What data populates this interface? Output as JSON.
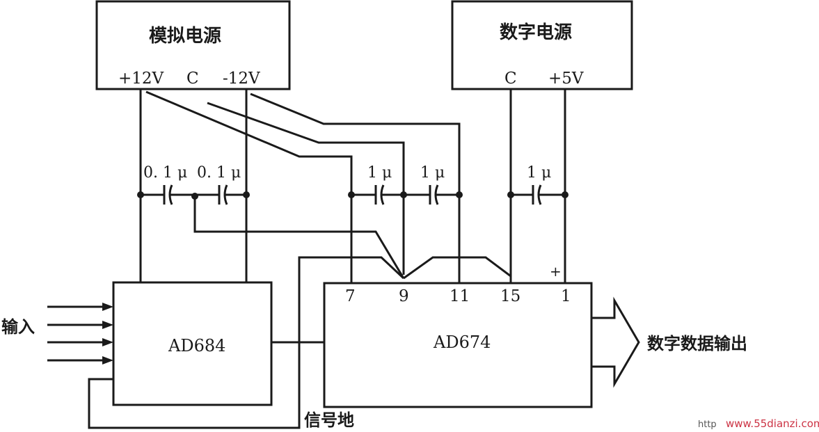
{
  "analog_supply": {
    "title": "模拟电源",
    "pin_pos": "+12V",
    "pin_com": "C",
    "pin_neg": "-12V"
  },
  "digital_supply": {
    "title": "数字电源",
    "pin_com": "C",
    "pin_pos": "+5V"
  },
  "capacitors": {
    "analog_left": "0. 1 μ",
    "analog_right": "0. 1 μ",
    "mid_left": "1 μ",
    "mid_right": "1 μ",
    "digital": "1 μ"
  },
  "ad684": {
    "label": "AD684"
  },
  "ad674": {
    "label": "AD674",
    "pins": [
      "7",
      "9",
      "11",
      "15",
      "1"
    ],
    "plus_mark": "+"
  },
  "input_label": "输入",
  "output_label": "数字数据输出",
  "ground_label": "信号地",
  "watermark": {
    "prefix": "http",
    "site": "www.55dianzi.com"
  }
}
